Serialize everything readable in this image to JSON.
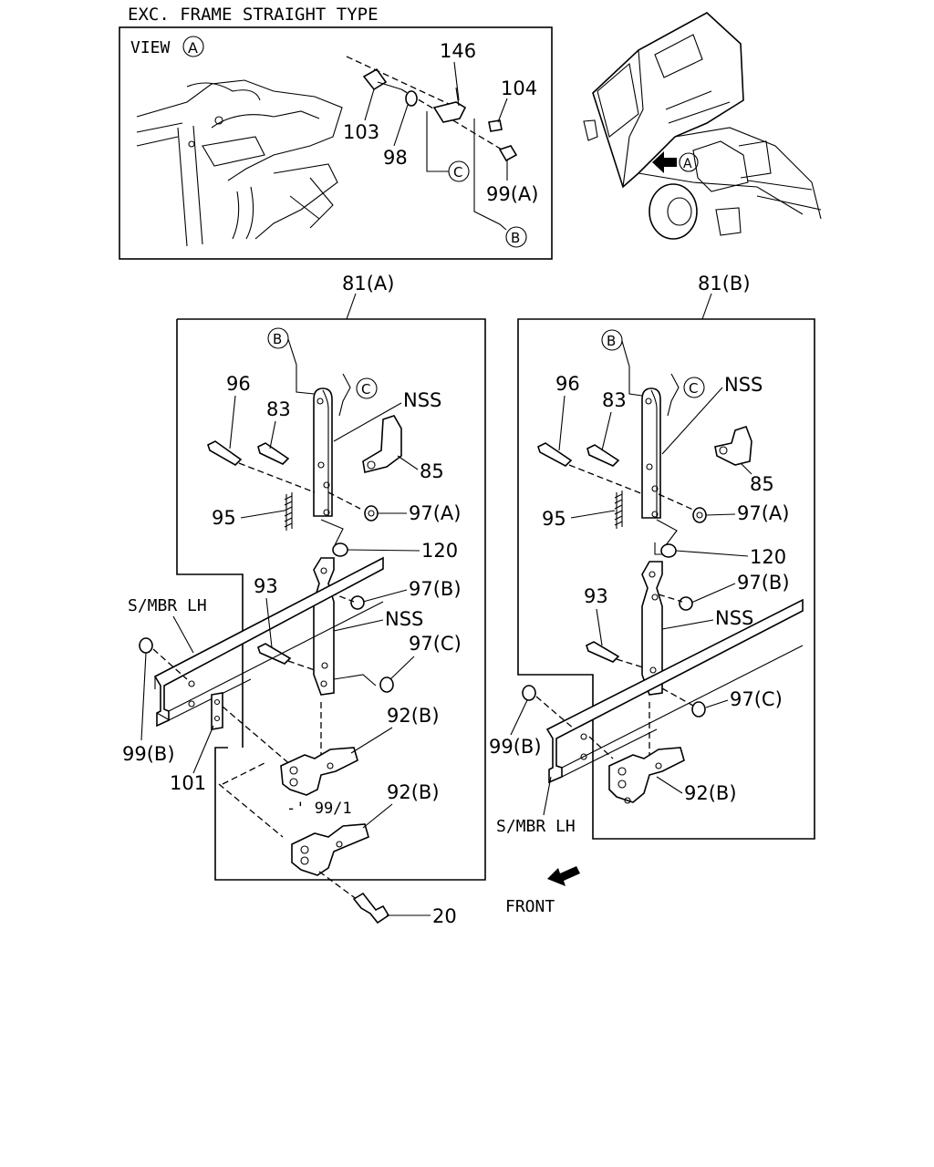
{
  "header": {
    "title": "EXC. FRAME STRAIGHT TYPE"
  },
  "view_box": {
    "title": "VIEW",
    "circle_letter": "A",
    "labels": {
      "p146": "146",
      "p104": "104",
      "p103": "103",
      "p98": "98",
      "p99a": "99(A)"
    },
    "refs": {
      "c": "C",
      "b": "B"
    }
  },
  "truck": {
    "view_marker": "A"
  },
  "assembly_a": {
    "title": "81(A)",
    "refs": {
      "b": "B",
      "c": "C"
    },
    "labels": {
      "p96": "96",
      "p83": "83",
      "nss1": "NSS",
      "p85": "85",
      "p95": "95",
      "p97a": "97(A)",
      "p120": "120",
      "p93": "93",
      "p97b": "97(B)",
      "nss2": "NSS",
      "p97c": "97(C)",
      "smbr": "S/MBR LH",
      "p99b": "99(B)",
      "p101": "101",
      "p92b1": "92(B)",
      "p99_1": "-' 99/1",
      "p92b2": "92(B)",
      "p20": "20"
    }
  },
  "assembly_b": {
    "title": "81(B)",
    "refs": {
      "b": "B",
      "c": "C"
    },
    "labels": {
      "p96": "96",
      "p83": "83",
      "nss1": "NSS",
      "p85": "85",
      "p95": "95",
      "p97a": "97(A)",
      "p120": "120",
      "p93": "93",
      "p97b": "97(B)",
      "nss2": "NSS",
      "p97c": "97(C)",
      "p99b": "99(B)",
      "p92b": "92(B)",
      "smbr": "S/MBR LH"
    }
  },
  "front_label": "FRONT"
}
